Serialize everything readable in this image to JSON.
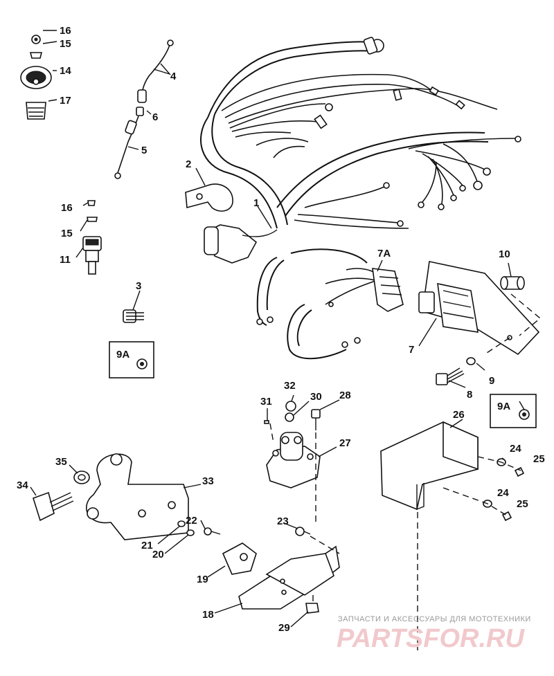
{
  "callouts": {
    "c1": "1",
    "c2": "2",
    "c3": "3",
    "c4": "4",
    "c5": "5",
    "c6": "6",
    "c7": "7",
    "c7a": "7A",
    "c8": "8",
    "c9": "9",
    "c9a_left": "9A",
    "c9a_right": "9A",
    "c10": "10",
    "c11": "11",
    "c14": "14",
    "c15_top": "15",
    "c15_mid": "15",
    "c16_top": "16",
    "c16_mid": "16",
    "c17": "17",
    "c18": "18",
    "c19": "19",
    "c20": "20",
    "c21": "21",
    "c22": "22",
    "c23": "23",
    "c24_top": "24",
    "c24_bot": "24",
    "c25_top": "25",
    "c25_bot": "25",
    "c26": "26",
    "c27": "27",
    "c28": "28",
    "c29": "29",
    "c30": "30",
    "c31": "31",
    "c32": "32",
    "c33": "33",
    "c34": "34",
    "c35": "35"
  },
  "watermark": {
    "caption": "ЗАПЧАСТИ И АКСЕССУАРЫ ДЛЯ МОТОТЕХНИКИ",
    "brand": "PARTSFOR.RU"
  }
}
